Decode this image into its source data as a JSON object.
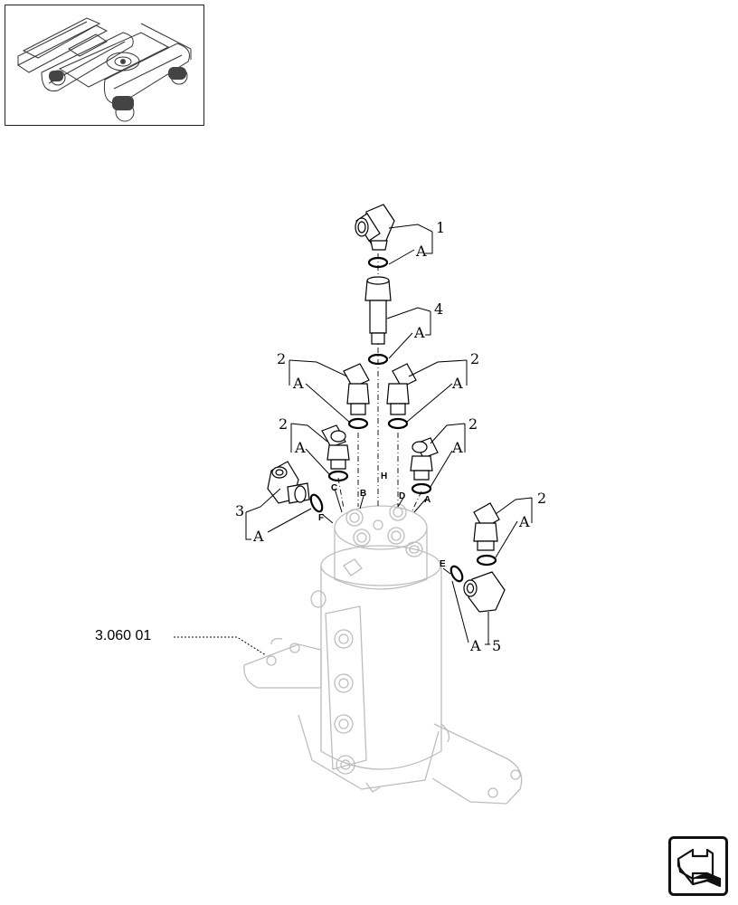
{
  "reference": {
    "label": "3.060 01"
  },
  "callouts": {
    "c1": "1",
    "c2": "2",
    "c3": "3",
    "c4": "4",
    "c5": "5",
    "a": "A"
  },
  "ports": {
    "a": "A",
    "b": "B",
    "c": "C",
    "d": "D",
    "e": "E",
    "f": "F",
    "h": "H"
  },
  "nav": {
    "icon": "next-page-arrow-icon"
  }
}
